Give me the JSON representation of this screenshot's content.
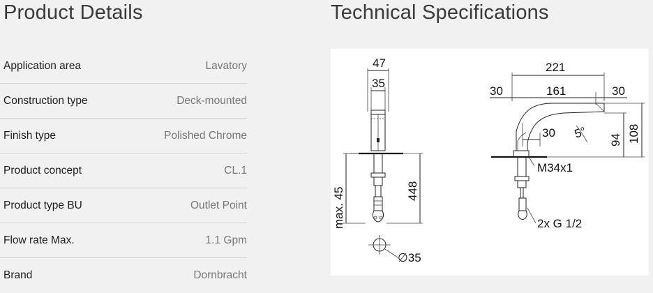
{
  "product_details": {
    "title": "Product Details",
    "rows": [
      {
        "label": "Application area",
        "value": "Lavatory"
      },
      {
        "label": "Construction type",
        "value": "Deck-mounted"
      },
      {
        "label": "Finish type",
        "value": "Polished Chrome"
      },
      {
        "label": "Product concept",
        "value": "CL.1"
      },
      {
        "label": "Product type BU",
        "value": "Outlet Point"
      },
      {
        "label": "Flow rate Max.",
        "value": "1.1 Gpm"
      },
      {
        "label": "Brand",
        "value": "Dornbracht"
      }
    ]
  },
  "technical_specifications": {
    "title": "Technical Specifications",
    "dimensions": {
      "d47": "47",
      "d35": "35",
      "max45": "max. 45",
      "d448": "448",
      "dia35": "∅35",
      "d221": "221",
      "d30a": "30",
      "d161": "161",
      "d30b": "30",
      "d30c": "30",
      "angle5": "5°",
      "d94": "94",
      "d108": "108",
      "m34": "M34x1",
      "g12": "2x G 1/2"
    }
  }
}
